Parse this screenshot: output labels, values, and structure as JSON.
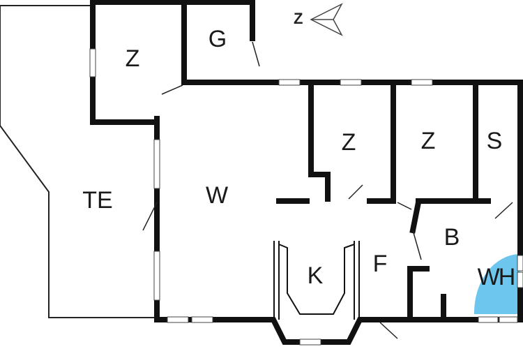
{
  "plan": {
    "compass_label": "Z",
    "rooms": {
      "terrace": "TE",
      "bedroom_top_left": "Z",
      "garage": "G",
      "living": "W",
      "bedroom_1": "Z",
      "bedroom_2": "Z",
      "storage": "S",
      "kitchen": "K",
      "f_room": "F",
      "bathroom": "B",
      "whirlpool": "WH"
    },
    "colors": {
      "wall": "#111111",
      "whirlpool": "#6cc6ee"
    }
  }
}
